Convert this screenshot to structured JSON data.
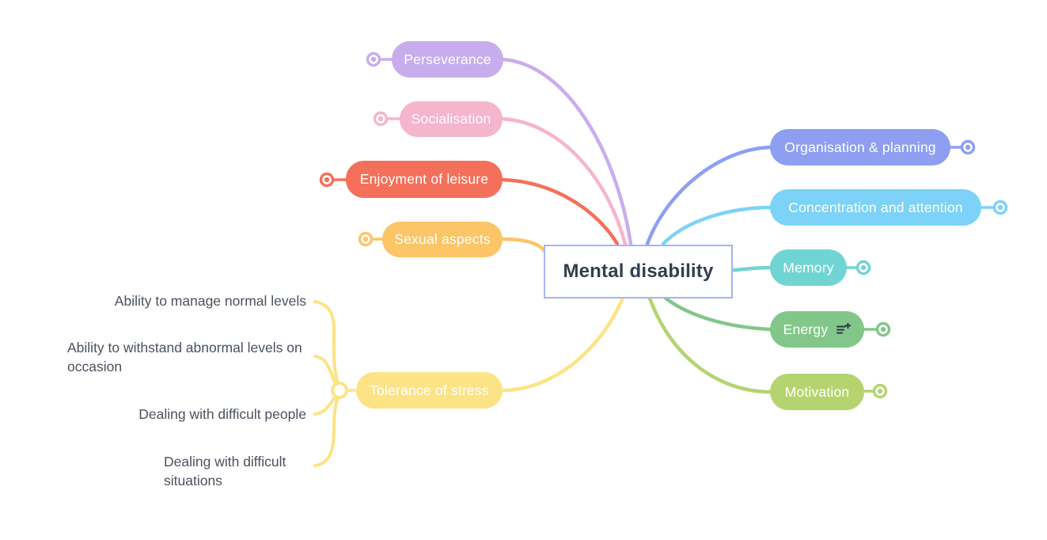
{
  "root": {
    "label": "Mental disability",
    "border_color": "#a5b4f3",
    "text_color": "#333e4e",
    "fill": "#ffffff"
  },
  "nodes": {
    "perseverance": {
      "label": "Perseverance",
      "color": "#c8adee"
    },
    "socialisation": {
      "label": "Socialisation",
      "color": "#f5b5cd"
    },
    "enjoyment": {
      "label": "Enjoyment of leisure",
      "color": "#f4705a"
    },
    "sexual": {
      "label": "Sexual aspects",
      "color": "#fbc568"
    },
    "tolerance": {
      "label": "Tolerance of stress",
      "color": "#fce385"
    },
    "organisation": {
      "label": "Organisation & planning",
      "color": "#8e9ff1"
    },
    "concentration": {
      "label": "Concentration and attention",
      "color": "#7dd2f8"
    },
    "memory": {
      "label": "Memory",
      "color": "#70d5d2"
    },
    "energy": {
      "label": "Energy",
      "color": "#82c789",
      "icon": "add-note-icon",
      "icon_color": "#2c3845"
    },
    "motivation": {
      "label": "Motivation",
      "color": "#b5d470"
    }
  },
  "tolerance_children": [
    {
      "label": "Ability to manage normal levels"
    },
    {
      "label": "Ability to withstand abnormal levels on occasion"
    },
    {
      "label": "Dealing with difficult people"
    },
    {
      "label": "Dealing with difficult situations"
    }
  ],
  "sub_text_color": "#4a525e",
  "background_color": "#ffffff"
}
